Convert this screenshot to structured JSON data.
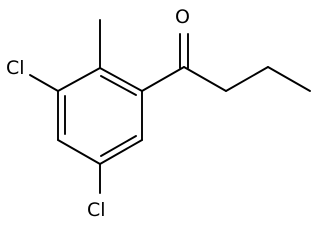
{
  "molecule": {
    "atom_labels": {
      "chloro_top": "Cl",
      "chloro_bottom": "Cl",
      "oxygen": "O"
    },
    "colors": {
      "bond": "#000000",
      "label": "#000000",
      "background": "#ffffff"
    }
  }
}
